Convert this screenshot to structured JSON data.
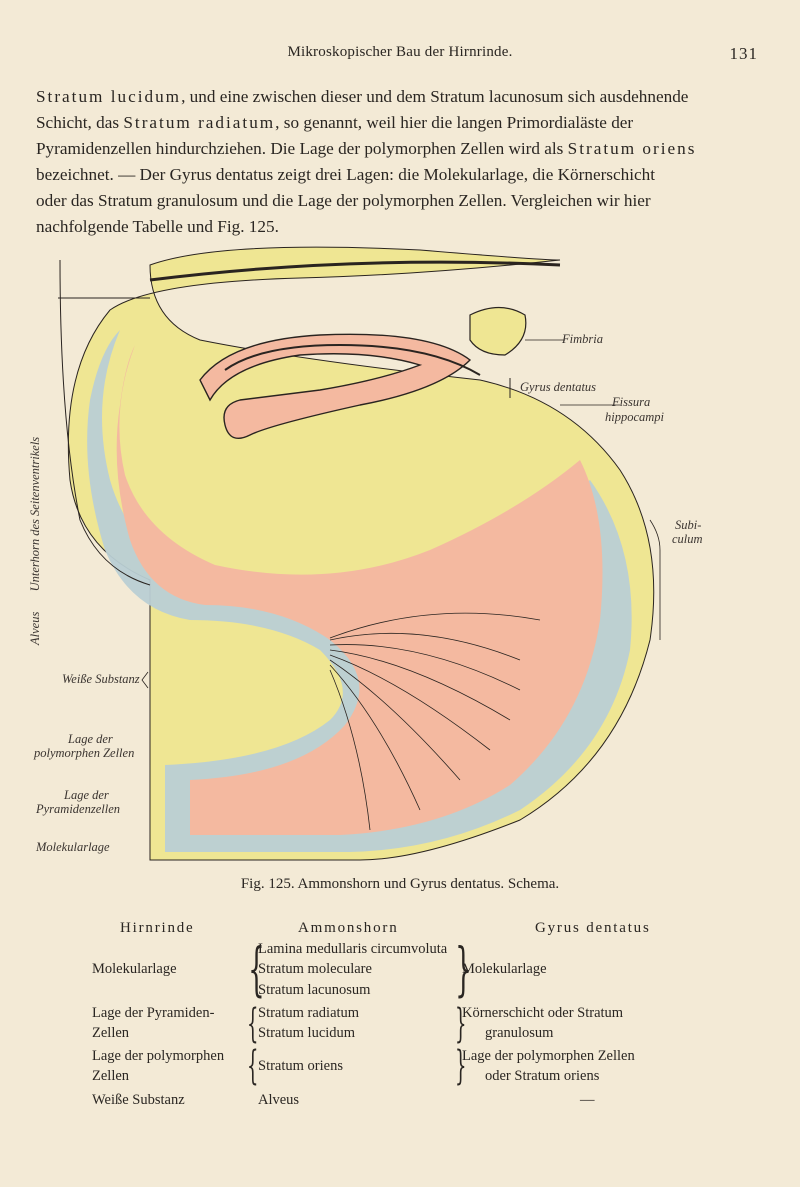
{
  "header": {
    "title": "Mikroskopischer Bau der Hirnrinde.",
    "page_number": "131"
  },
  "body": {
    "lines": [
      [
        "Stratum lucidum",
        ", und eine zwischen dieser und dem Stratum lacunosum sich ausdehnende"
      ],
      [
        "Schicht, das ",
        "Stratum radiatum",
        ", so genannt, weil hier die langen Primordialäste der"
      ],
      [
        "Pyramidenzellen hindurchziehen. Die Lage der polymorphen Zellen wird als ",
        "Stratum oriens"
      ],
      [
        "bezeichnet. — Der Gyrus dentatus zeigt drei Lagen: die Molekularlage, die Körnerschicht"
      ],
      [
        "oder das Stratum granulosum und die Lage der polymorphen Zellen. Vergleichen wir hier"
      ],
      [
        "nachfolgende Tabelle und Fig. 125."
      ]
    ]
  },
  "figure": {
    "labels": {
      "fimbria": "Fimbria",
      "gyrus_dentatus": "Gyrus dentatus",
      "fissura_1": "Fissura",
      "fissura_2": "hippocampi",
      "subiculum_1": "Subi-",
      "subiculum_2": "culum",
      "weisse_substanz": "Weiße Substanz",
      "polymorph_1": "Lage der",
      "polymorph_2": "polymorphen Zellen",
      "pyramiden_1": "Lage der",
      "pyramiden_2": "Pyramidenzellen",
      "molekular": "Molekularlage",
      "alveus": "Alveus",
      "unterhorn": "Unterhorn des Seitenventrikels"
    },
    "caption": "Fig. 125.  Ammonshorn und Gyrus dentatus.  Schema.",
    "colors": {
      "molecular": "#f4b9a0",
      "pyramidal": "#b9cfd4",
      "polymorph": "#eee59a",
      "white_matter": "#efe693",
      "fibers": "#2a2420"
    }
  },
  "table": {
    "headers": [
      "Hirnrinde",
      "Ammonshorn",
      "Gyrus dentatus"
    ],
    "rows": [
      {
        "hirnrinde": [
          "Molekularlage"
        ],
        "ammonshorn": [
          "Lamina medullaris circumvoluta",
          "Stratum moleculare",
          "Stratum lacunosum"
        ],
        "gyrus": [
          "Molekularlage"
        ]
      },
      {
        "hirnrinde": [
          "Lage der Pyramiden-",
          "Zellen"
        ],
        "ammonshorn": [
          "Stratum radiatum",
          "Stratum lucidum"
        ],
        "gyrus": [
          "Körnerschicht oder Stratum",
          "granulosum"
        ]
      },
      {
        "hirnrinde": [
          "Lage der polymorphen",
          "Zellen"
        ],
        "ammonshorn": [
          "Stratum oriens"
        ],
        "gyrus": [
          "Lage der polymorphen Zellen",
          "oder Stratum oriens"
        ]
      },
      {
        "hirnrinde": [
          "Weiße Substanz"
        ],
        "ammonshorn": [
          "Alveus"
        ],
        "gyrus": [
          "—"
        ]
      }
    ]
  }
}
